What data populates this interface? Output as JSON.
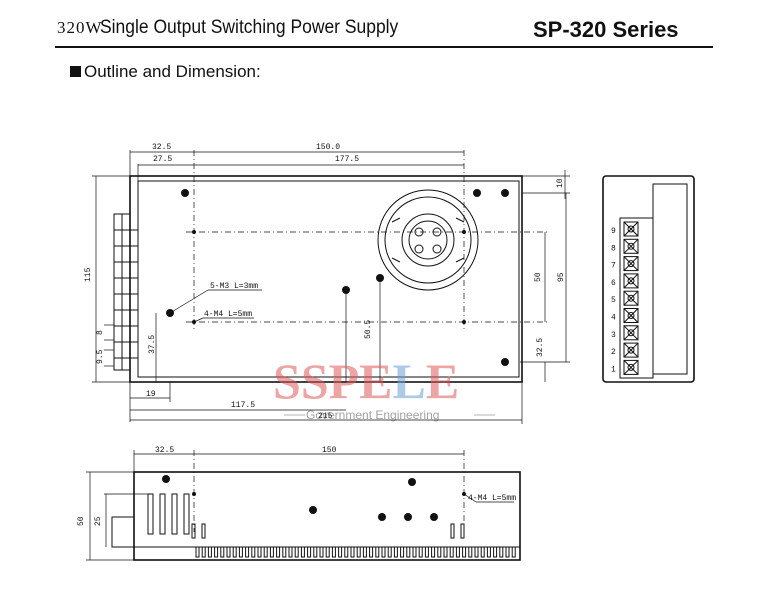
{
  "header": {
    "wattage": "320W",
    "title": "Single Output Switching Power Supply",
    "series": "SP-320 Series"
  },
  "section": {
    "title": "Outline and Dimension:"
  },
  "top_view": {
    "dims": {
      "d32_5": "32.5",
      "d150_0": "150.0",
      "d27_5": "27.5",
      "d177_5": "177.5",
      "d10": "10",
      "d115": "115",
      "d50": "50",
      "d95": "95",
      "d8": "8",
      "d9_5": "9.5",
      "d37_5": "37.5",
      "d50_5": "50.5",
      "d32_5b": "32.5",
      "d19": "19",
      "d117_5": "117.5",
      "d215": "215"
    },
    "notes": {
      "m3": "5-M3 L=3mm",
      "m4": "4-M4 L=5mm"
    }
  },
  "terminal_labels": [
    "9",
    "8",
    "7",
    "6",
    "5",
    "4",
    "3",
    "2",
    "1"
  ],
  "side_view": {
    "dims": {
      "d32_5": "32.5",
      "d150": "150",
      "d50": "50",
      "d25": "25"
    },
    "note": "4-M4 L=5mm"
  },
  "watermark": {
    "letters": [
      {
        "char": "S",
        "color": "#e05a5a"
      },
      {
        "char": "S",
        "color": "#e05a5a"
      },
      {
        "char": "P",
        "color": "#e05a5a"
      },
      {
        "char": "E",
        "color": "#e05a5a"
      },
      {
        "char": "L",
        "color": "#6f9ed8"
      },
      {
        "char": "E",
        "color": "#e05a5a"
      }
    ],
    "subtitle": "Government Engineering"
  }
}
